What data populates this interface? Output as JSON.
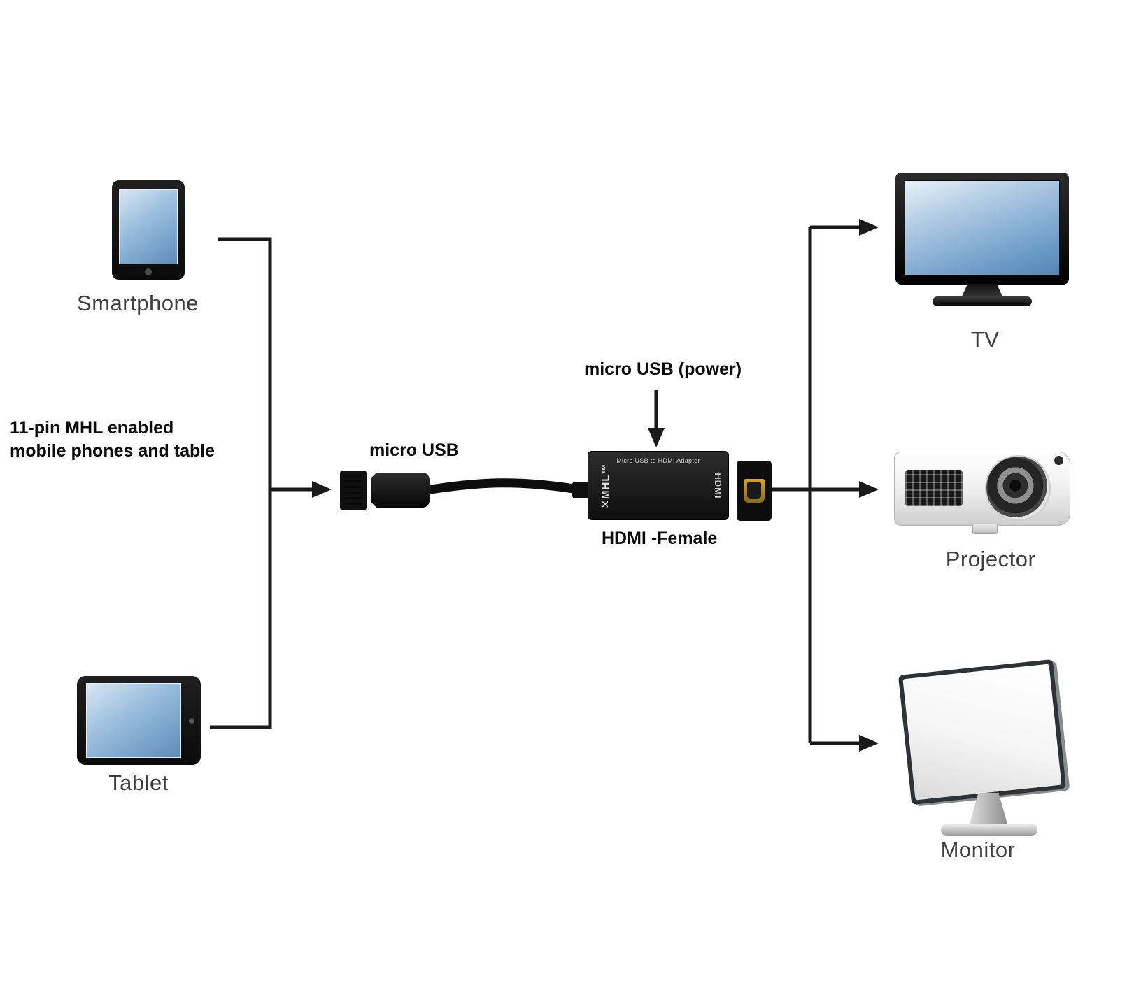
{
  "diagram": {
    "devices": {
      "smartphone": {
        "label": "Smartphone"
      },
      "tablet": {
        "label": "Tablet"
      },
      "tv": {
        "label": "TV"
      },
      "projector": {
        "label": "Projector"
      },
      "monitor": {
        "label": "Monitor"
      }
    },
    "annotations": {
      "note_line1": "11-pin MHL enabled",
      "note_line2": "mobile phones and table",
      "micro_usb": "micro USB",
      "micro_usb_power": "micro USB (power)",
      "hdmi_female": "HDMI -Female"
    },
    "adapter": {
      "top_text": "Micro USB to HDMI Adapter",
      "mhl_logo": "✕MHL™",
      "hdmi_logo": "HDMI"
    },
    "colors": {
      "line": "#1a1a1a",
      "screen_blue": "#6d9bc8",
      "device_black": "#0d0d0d",
      "gold": "#b8860b"
    }
  }
}
